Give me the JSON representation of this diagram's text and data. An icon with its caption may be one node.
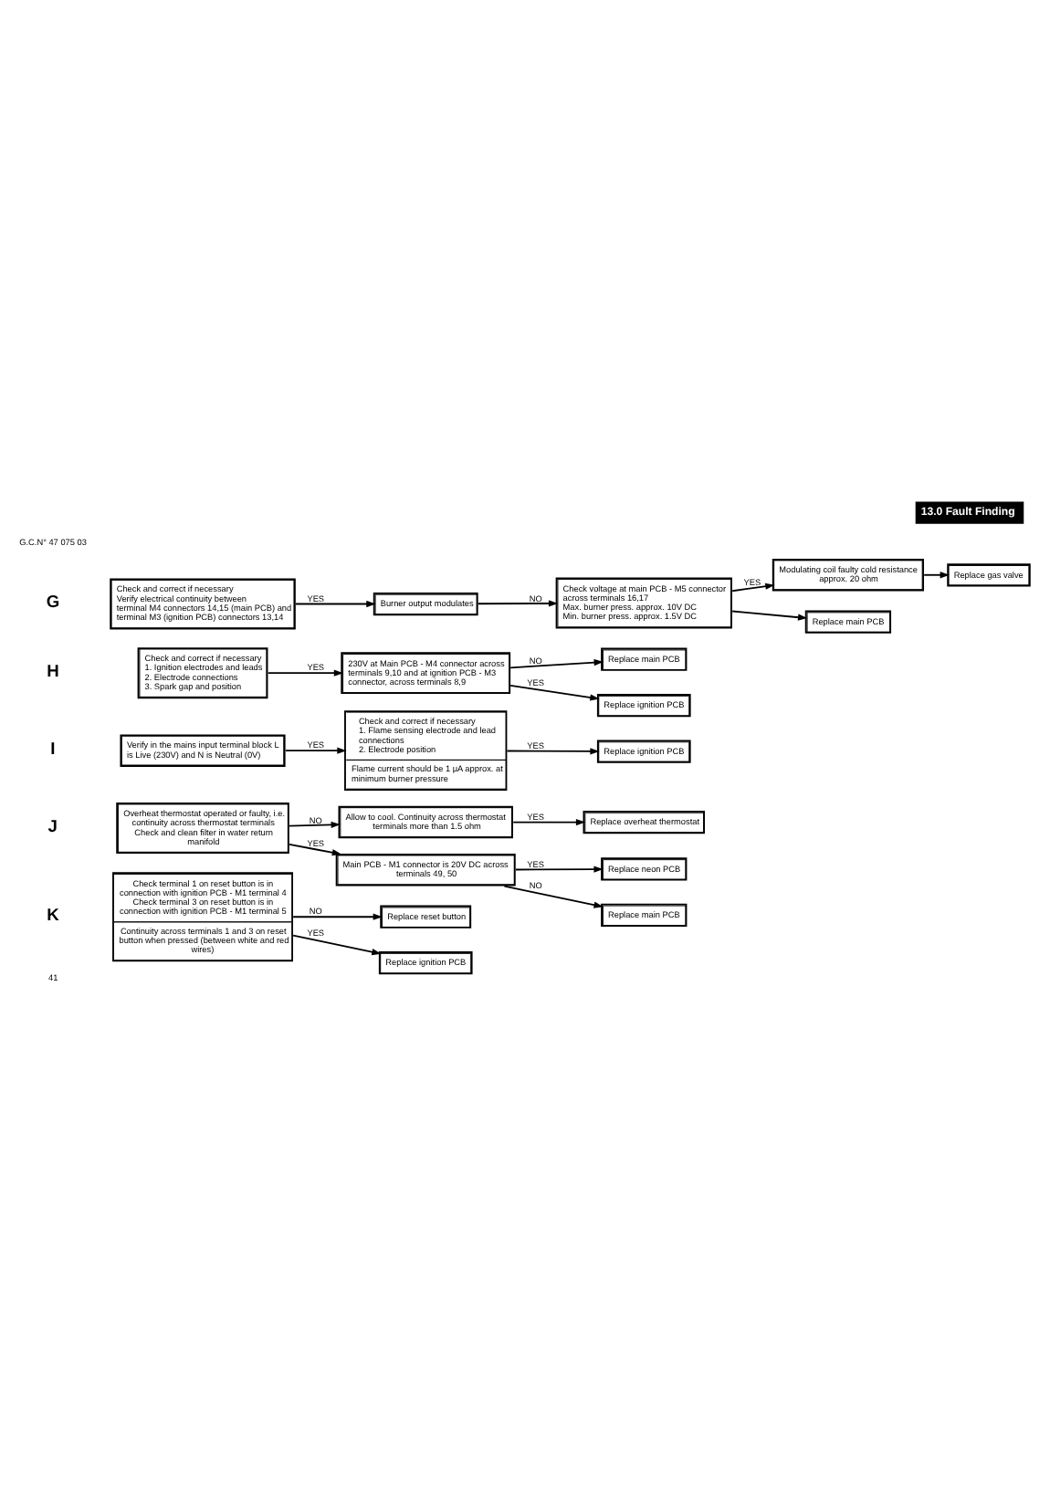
{
  "diagram": {
    "title": "13.0 Fault Finding",
    "nodes": [
      {
        "text": [
          "Check and correct if necessary",
          "Verify electrical continuity between terminal M4 connectors 14,15 (main PCB) and terminal M3 (ignition PCB) connectors 13,14"
        ]
      },
      {
        "text": [
          "Burner output modulates"
        ]
      },
      {
        "text": [
          "Check voltage at main PCB - M5 connector across terminals 16,17",
          "Max. burner press. approx. 10V DC",
          "Min. burner press. approx. 1.5V DC"
        ]
      },
      {
        "text": [
          "Modulating coil faulty cold resistance approx. 20 ohm"
        ]
      },
      {
        "text": [
          "Replace gas valve"
        ]
      },
      {
        "text": [
          "Replace main PCB"
        ]
      },
      {
        "text": [
          "Check and correct if necessary",
          "1. Ignition electrodes and leads",
          "2. Electrode connections",
          "3. Spark gap and position"
        ]
      },
      {
        "text": [
          "230V at Main PCB - M4 connector across terminals 9,10 and at ignition PCB - M3 connector, across terminals 8,9"
        ]
      },
      {
        "text": [
          "Replace main PCB"
        ]
      },
      {
        "text": [
          "Replace ignition PCB"
        ]
      },
      {
        "text": [
          "Verify in the mains input terminal block L is Live (230V) and N is Neutral (0V)"
        ]
      },
      {
        "text": [
          "Check and correct if necessary",
          "1. Flame sensing electrode and lead connections",
          "2. Electrode position",
          "Flame current should be 1 μA approx. at minimum burner pressure"
        ]
      },
      {
        "text": [
          "Replace ignition PCB"
        ]
      },
      {
        "text": [
          "Overheat thermostat operated or faulty, i.e. continuity across thermostat terminals",
          "Check and clean filter in water return manifold"
        ]
      },
      {
        "text": [
          "Allow to cool. Continuity across thermostat terminals more than 1.5 ohm"
        ]
      },
      {
        "text": [
          "Replace overheat thermostat"
        ]
      },
      {
        "text": [
          "Main PCB - M1 connector is 20V DC across terminals 49, 50"
        ]
      },
      {
        "text": [
          "Replace neon PCB"
        ]
      },
      {
        "text": [
          "Replace main PCB"
        ]
      },
      {
        "text": [
          "Check terminal 1 on reset button is in connection with ignition PCB - M1 terminal 4",
          "Check terminal 3 on reset button is in connection with ignition PCB - M1 terminal 5",
          "Continuity across terminals 1 and 3 on reset button when pressed (between white and red wires)"
        ]
      },
      {
        "text": [
          "Replace reset button"
        ]
      },
      {
        "text": [
          "Replace ignition PCB"
        ]
      }
    ],
    "edges": [
      {
        "from": 0,
        "to": 1,
        "arrow": "to",
        "label": "YES"
      },
      {
        "from": 1,
        "to": 2,
        "arrow": "to",
        "label": "NO"
      },
      {
        "from": 2,
        "to": 3,
        "arrow": "to",
        "label": "YES"
      },
      {
        "from": 3,
        "to": 4,
        "arrow": "to"
      },
      {
        "from": 2,
        "to": 5,
        "arrow": "to"
      },
      {
        "from": 6,
        "to": 7,
        "arrow": "to",
        "label": "YES"
      },
      {
        "from": 7,
        "to": 8,
        "arrow": "to",
        "label": "NO"
      },
      {
        "from": 7,
        "to": 9,
        "arrow": "to",
        "label": "YES"
      },
      {
        "from": 10,
        "to": 11,
        "arrow": "to",
        "label": "YES"
      },
      {
        "from": 11,
        "to": 12,
        "arrow": "to",
        "label": "YES"
      },
      {
        "from": 13,
        "to": 14,
        "arrow": "to",
        "label": "NO"
      },
      {
        "from": 14,
        "to": 15,
        "arrow": "to",
        "label": "YES"
      },
      {
        "from": 13,
        "to": 16,
        "arrow": "to",
        "label": "YES"
      },
      {
        "from": 16,
        "to": 17,
        "arrow": "to",
        "label": "YES"
      },
      {
        "from": 16,
        "to": 18,
        "arrow": "to",
        "label": "NO"
      },
      {
        "from": 19,
        "to": 20,
        "arrow": "to",
        "label": "NO"
      },
      {
        "from": 19,
        "to": 21,
        "arrow": "to",
        "label": "YES"
      }
    ],
    "labels": [
      "G.C.N° 47 075 03",
      "G",
      "H",
      "I",
      "J",
      "K",
      "41"
    ]
  }
}
